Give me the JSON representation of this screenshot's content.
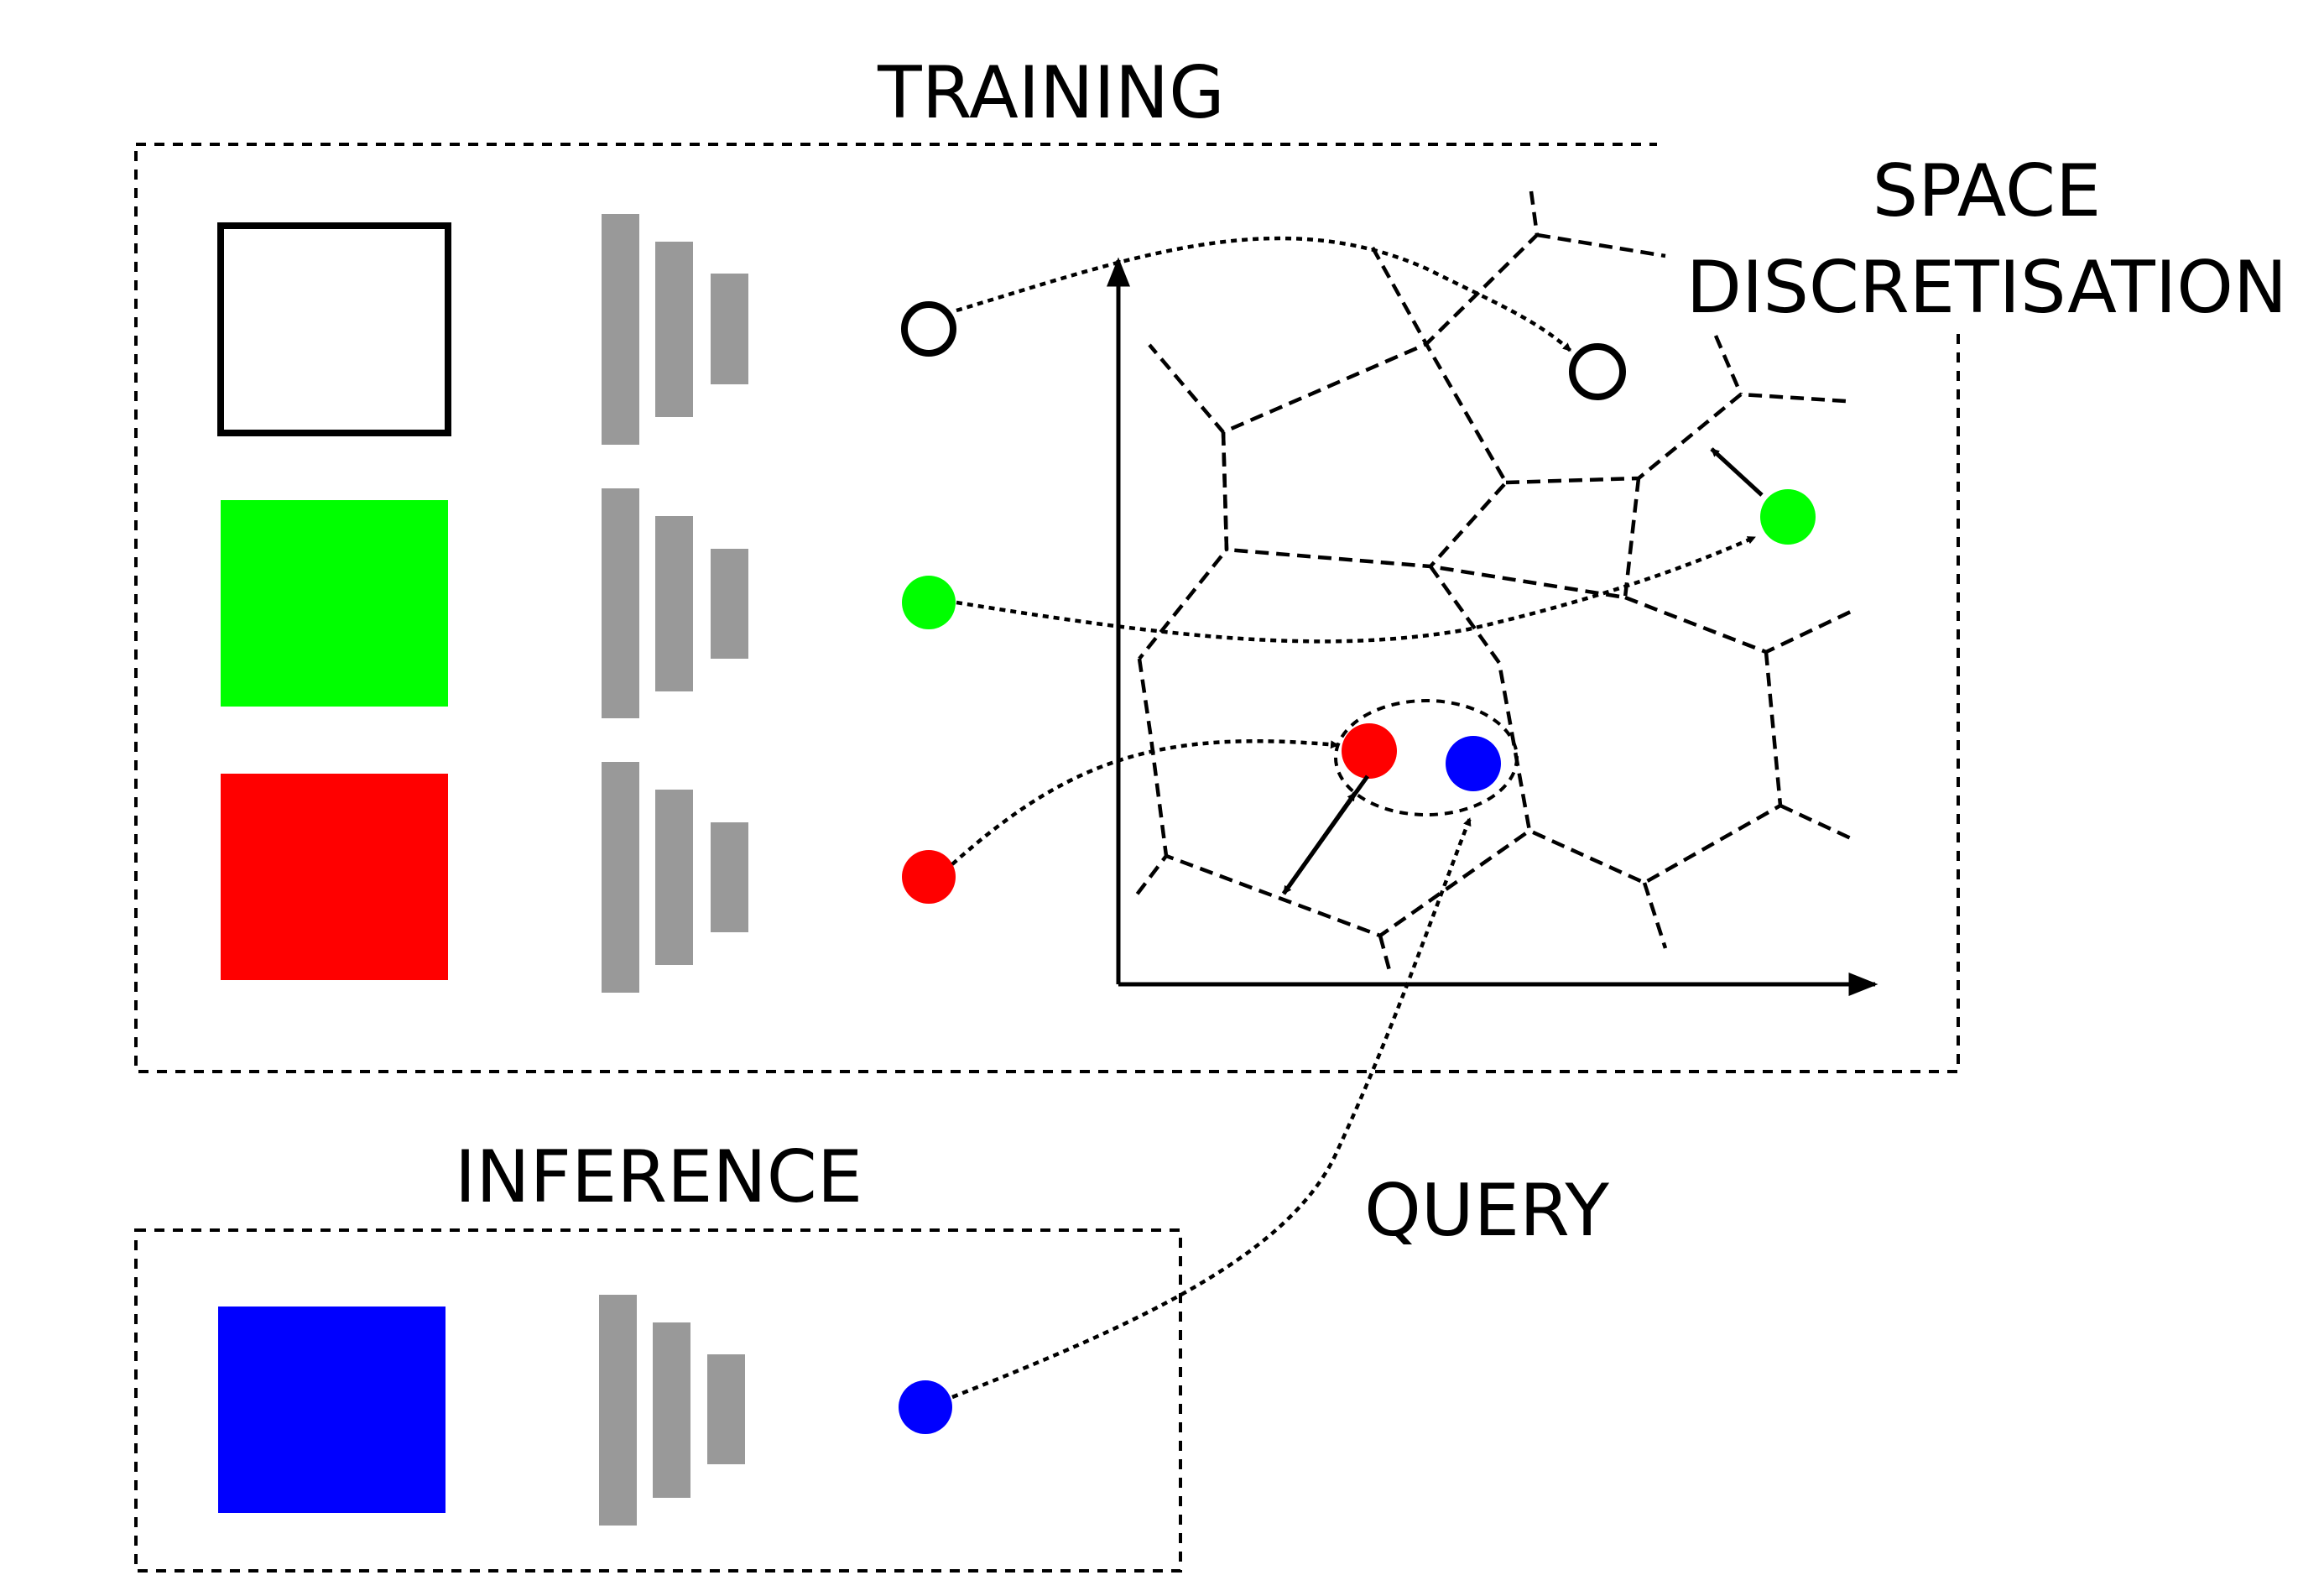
{
  "labels": {
    "training": "TRAINING",
    "space_line1": "SPACE",
    "space_line2": "DISCRETISATION",
    "inference": "INFERENCE",
    "query": "QUERY"
  },
  "colors": {
    "white_input": "#ffffff",
    "green": "#00ff00",
    "red": "#ff0000",
    "blue": "#0000ff",
    "encoder_gray": "#999999",
    "line": "#000000"
  },
  "training_rows": [
    {
      "color": "white-outline",
      "embedding": "hollow-circle"
    },
    {
      "color": "green",
      "embedding": "green-dot"
    },
    {
      "color": "red",
      "embedding": "red-dot"
    }
  ],
  "inference_rows": [
    {
      "color": "blue",
      "embedding": "blue-dot"
    }
  ],
  "icons": {
    "encoder": "stacked-bars-encoder-icon",
    "axes": "2d-embedding-axes"
  }
}
